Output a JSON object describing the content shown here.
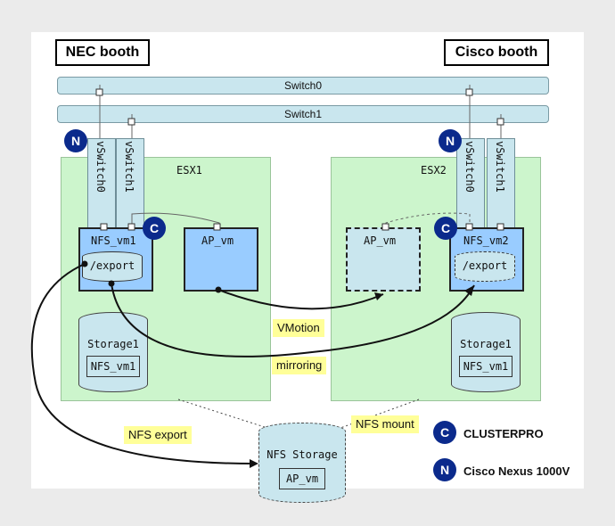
{
  "booths": {
    "left": "NEC booth",
    "right": "Cisco booth"
  },
  "switches": {
    "switch0": "Switch0",
    "switch1": "Switch1"
  },
  "hosts": {
    "esx1": {
      "label": "ESX1",
      "vswitch0": "vSwitch0",
      "vswitch1": "vSwitch1",
      "vm_nfs": {
        "label": "NFS_vm1",
        "export": "/export"
      },
      "vm_ap": {
        "label": "AP_vm"
      },
      "storage": {
        "label": "Storage1",
        "content": "NFS_vm1"
      }
    },
    "esx2": {
      "label": "ESX2",
      "vswitch0": "vSwitch0",
      "vswitch1": "vSwitch1",
      "vm_ap": {
        "label": "AP_vm"
      },
      "vm_nfs": {
        "label": "NFS_vm2",
        "export": "/export"
      },
      "storage": {
        "label": "Storage1",
        "content": "NFS_vm1"
      }
    }
  },
  "nfs_storage": {
    "label": "NFS Storage",
    "content": "AP_vm"
  },
  "annotations": {
    "vmotion": "VMotion",
    "mirroring": "mirroring",
    "nfs_export": "NFS export",
    "nfs_mount": "NFS mount"
  },
  "badges": {
    "clusterpro": "C",
    "nexus": "N"
  },
  "legend": {
    "clusterpro": {
      "badge": "C",
      "text": "CLUSTERPRO"
    },
    "nexus": {
      "badge": "N",
      "text": "Cisco Nexus 1000V"
    }
  },
  "colors": {
    "background": "#ebebeb",
    "panel": "#ffffff",
    "host_fill": "#ccf5cc",
    "switch_fill": "#c9e6ee",
    "vm_fill": "#99ccff",
    "badge_fill": "#0b2a8c",
    "annotation_fill": "#ffff99"
  }
}
